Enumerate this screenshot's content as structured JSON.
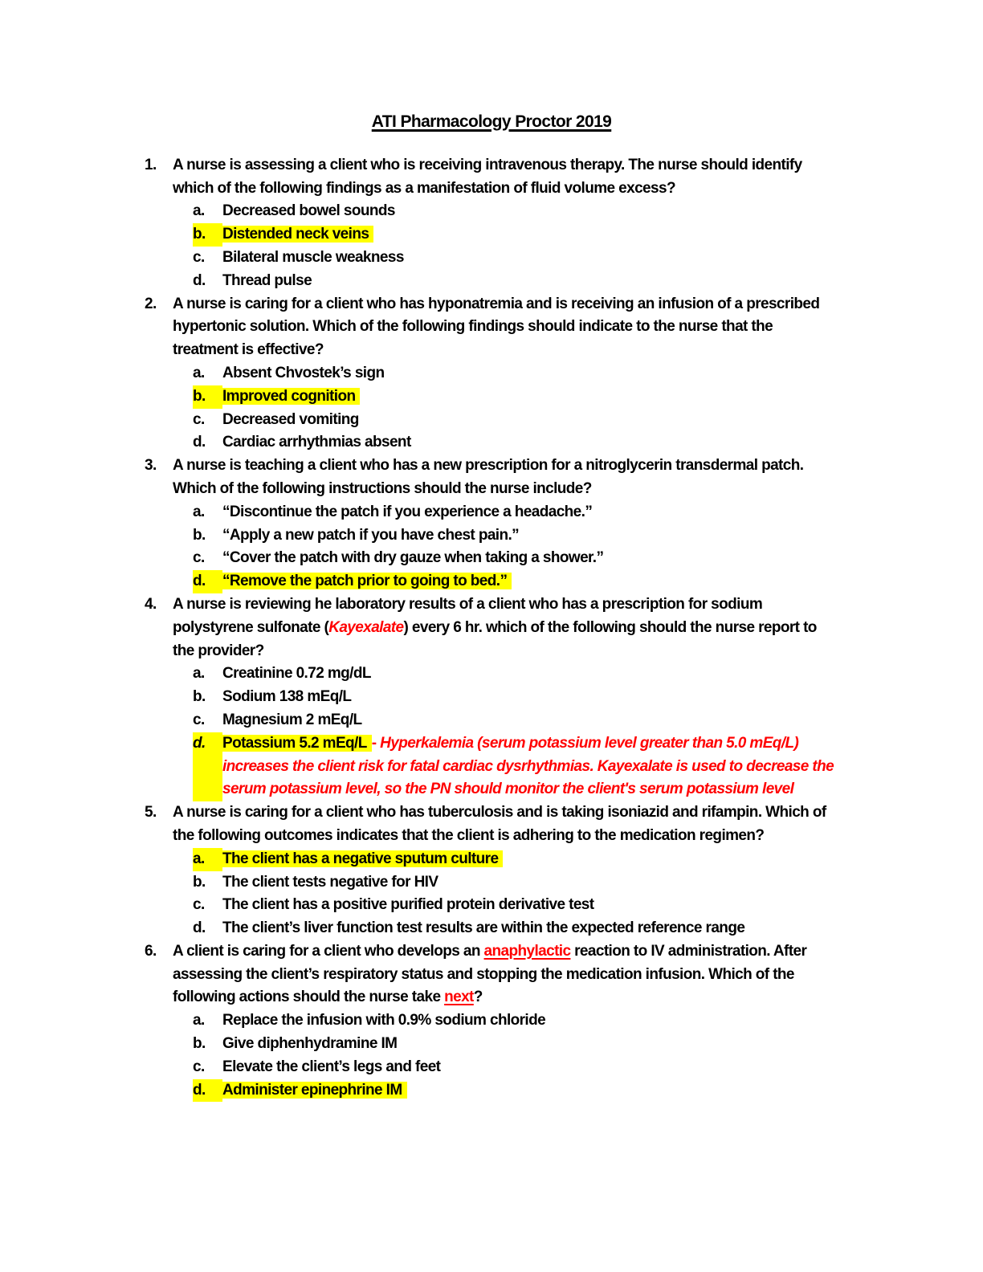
{
  "colors": {
    "highlight": "#ffff00",
    "red": "#ff0000",
    "text": "#000000",
    "background": "#ffffff"
  },
  "title": "ATI Pharmacology Proctor 2019",
  "questions": [
    {
      "number": "1.",
      "prompt": [
        {
          "t": "A nurse is assessing a client who is receiving intravenous therapy. The nurse should identify\nwhich of the following findings as a manifestation of fluid volume excess?"
        }
      ],
      "options": [
        {
          "letter": "a.",
          "highlighted": false,
          "text": [
            {
              "t": "Decreased bowel sounds"
            }
          ]
        },
        {
          "letter": "b.",
          "highlighted": true,
          "text": [
            {
              "t": "Distended neck veins",
              "s": "hl"
            }
          ]
        },
        {
          "letter": "c.",
          "highlighted": false,
          "text": [
            {
              "t": "Bilateral muscle weakness"
            }
          ]
        },
        {
          "letter": "d.",
          "highlighted": false,
          "text": [
            {
              "t": "Thread pulse"
            }
          ]
        }
      ]
    },
    {
      "number": "2.",
      "prompt": [
        {
          "t": "A nurse is caring for a client who has hyponatremia and is receiving an infusion of a prescribed\nhypertonic solution. Which of the following findings should indicate to the nurse that the\ntreatment is effective?"
        }
      ],
      "options": [
        {
          "letter": "a.",
          "highlighted": false,
          "text": [
            {
              "t": "Absent Chvostek’s sign"
            }
          ]
        },
        {
          "letter": "b.",
          "highlighted": true,
          "text": [
            {
              "t": "Improved cognition",
              "s": "hl"
            }
          ]
        },
        {
          "letter": "c.",
          "highlighted": false,
          "text": [
            {
              "t": "Decreased vomiting"
            }
          ]
        },
        {
          "letter": "d.",
          "highlighted": false,
          "text": [
            {
              "t": "Cardiac arrhythmias absent"
            }
          ]
        }
      ]
    },
    {
      "number": "3.",
      "prompt": [
        {
          "t": "A nurse is teaching a client who has a new prescription for a nitroglycerin transdermal patch.\nWhich of the following instructions should the nurse include?"
        }
      ],
      "options": [
        {
          "letter": "a.",
          "highlighted": false,
          "text": [
            {
              "t": "“Discontinue the patch if you experience a headache.”"
            }
          ]
        },
        {
          "letter": "b.",
          "highlighted": false,
          "text": [
            {
              "t": "“Apply a new patch if you have chest pain.”"
            }
          ]
        },
        {
          "letter": "c.",
          "highlighted": false,
          "text": [
            {
              "t": "“Cover the patch with dry gauze when taking a shower.”"
            }
          ]
        },
        {
          "letter": "d.",
          "highlighted": true,
          "text": [
            {
              "t": "“Remove the patch prior to going to bed.”",
              "s": "hl"
            }
          ]
        }
      ]
    },
    {
      "number": "4.",
      "prompt": [
        {
          "t": "A nurse is reviewing he laboratory results of a client who has a prescription for sodium\npolystyrene sulfonate ("
        },
        {
          "t": "Kayexalate",
          "s": "red it"
        },
        {
          "t": ") every 6 hr. which of the following should the nurse report to\nthe provider?"
        }
      ],
      "options": [
        {
          "letter": "a.",
          "highlighted": false,
          "text": [
            {
              "t": "Creatinine 0.72 mg/dL"
            }
          ]
        },
        {
          "letter": "b.",
          "highlighted": false,
          "text": [
            {
              "t": "Sodium 138 mEq/L"
            }
          ]
        },
        {
          "letter": "c.",
          "highlighted": false,
          "text": [
            {
              "t": "Magnesium 2 mEq/L"
            }
          ]
        },
        {
          "letter": "d.",
          "highlighted": true,
          "letter_style": "it",
          "text": [
            {
              "t": "Potassium 5.2 mEq/L",
              "s": "hl"
            },
            {
              "t": "- ",
              "s": "red"
            },
            {
              "t": "Hyperkalemia (serum potassium level greater than 5.0 mEq/L)\nincreases the client risk for fatal cardiac dysrhythmias. Kayexalate is used to decrease the\nserum potassium level, so the PN should monitor the client's serum potassium level",
              "s": "red it"
            }
          ]
        }
      ]
    },
    {
      "number": "5.",
      "prompt": [
        {
          "t": "A nurse is caring for a client who has tuberculosis and is taking isoniazid and rifampin. Which of\nthe following outcomes indicates that the client is adhering to the medication regimen?"
        }
      ],
      "options": [
        {
          "letter": "a.",
          "highlighted": true,
          "text": [
            {
              "t": "The client has a negative sputum culture",
              "s": "hl"
            }
          ]
        },
        {
          "letter": "b.",
          "highlighted": false,
          "text": [
            {
              "t": "The client tests negative for HIV"
            }
          ]
        },
        {
          "letter": "c.",
          "highlighted": false,
          "text": [
            {
              "t": "The client has a positive purified protein derivative test"
            }
          ]
        },
        {
          "letter": "d.",
          "highlighted": false,
          "text": [
            {
              "t": "The client’s liver function test results are within the expected reference range"
            }
          ]
        }
      ]
    },
    {
      "number": "6.",
      "prompt": [
        {
          "t": "A client is caring for a client who develops an "
        },
        {
          "t": "anaphylactic",
          "s": "red ul"
        },
        {
          "t": " reaction to IV administration. After\nassessing the client’s respiratory status and stopping the medication infusion. Which of the\nfollowing actions should the nurse take "
        },
        {
          "t": "next",
          "s": "red ul"
        },
        {
          "t": "?"
        }
      ],
      "options": [
        {
          "letter": "a.",
          "highlighted": false,
          "text": [
            {
              "t": "Replace the infusion with 0.9% sodium chloride"
            }
          ]
        },
        {
          "letter": "b.",
          "highlighted": false,
          "text": [
            {
              "t": "Give diphenhydramine IM"
            }
          ]
        },
        {
          "letter": "c.",
          "highlighted": false,
          "text": [
            {
              "t": "Elevate the client’s legs and feet"
            }
          ]
        },
        {
          "letter": "d.",
          "highlighted": true,
          "text": [
            {
              "t": "Administer epinephrine IM",
              "s": "hl"
            }
          ]
        }
      ]
    }
  ]
}
